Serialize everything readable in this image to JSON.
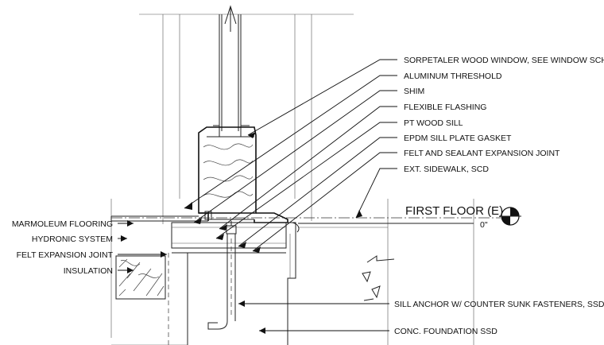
{
  "labels_right": [
    "SORPETALER WOOD WINDOW, SEE WINDOW SCHEDULE",
    "ALUMINUM THRESHOLD",
    "SHIM",
    "FLEXIBLE FLASHING",
    "PT WOOD SILL",
    "EPDM SILL PLATE GASKET",
    "FELT AND SEALANT EXPANSION JOINT",
    "EXT. SIDEWALK, SCD"
  ],
  "labels_left": [
    "MARMOLEUM FLOORING",
    "HYDRONIC SYSTEM",
    "FELT EXPANSION JOINT",
    "INSULATION"
  ],
  "labels_bottom": [
    "SILL ANCHOR W/ COUNTER SUNK FASTENERS, SSD",
    "CONC. FOUNDATION SSD"
  ],
  "level_marker": {
    "name": "FIRST FLOOR (E)",
    "elevation": "0\""
  }
}
